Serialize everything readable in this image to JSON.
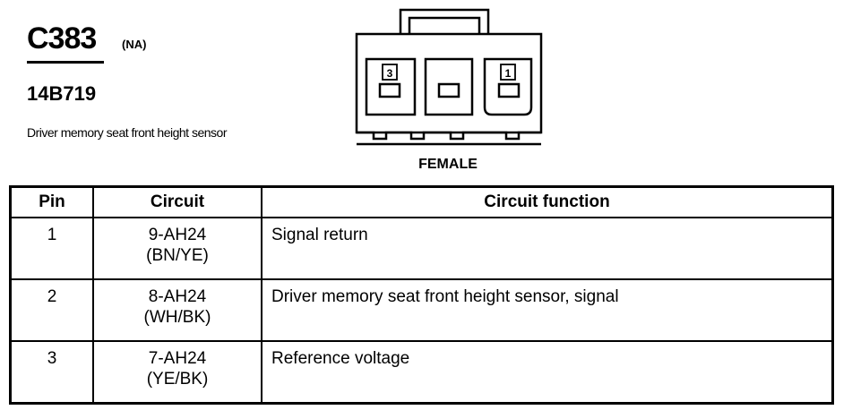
{
  "header": {
    "connector_code": "C383",
    "region": "(NA)",
    "part_number": "14B719",
    "description": "Driver memory seat front height sensor"
  },
  "connector": {
    "gender": "FEMALE",
    "cavity_labels": [
      "3",
      "1"
    ]
  },
  "table": {
    "columns": [
      "Pin",
      "Circuit",
      "Circuit function"
    ],
    "rows": [
      {
        "pin": "1",
        "circuit": "9-AH24",
        "color": "(BN/YE)",
        "function": "Signal return"
      },
      {
        "pin": "2",
        "circuit": "8-AH24",
        "color": "(WH/BK)",
        "function": "Driver memory seat front height sensor, signal"
      },
      {
        "pin": "3",
        "circuit": "7-AH24",
        "color": "(YE/BK)",
        "function": "Reference voltage"
      }
    ]
  }
}
